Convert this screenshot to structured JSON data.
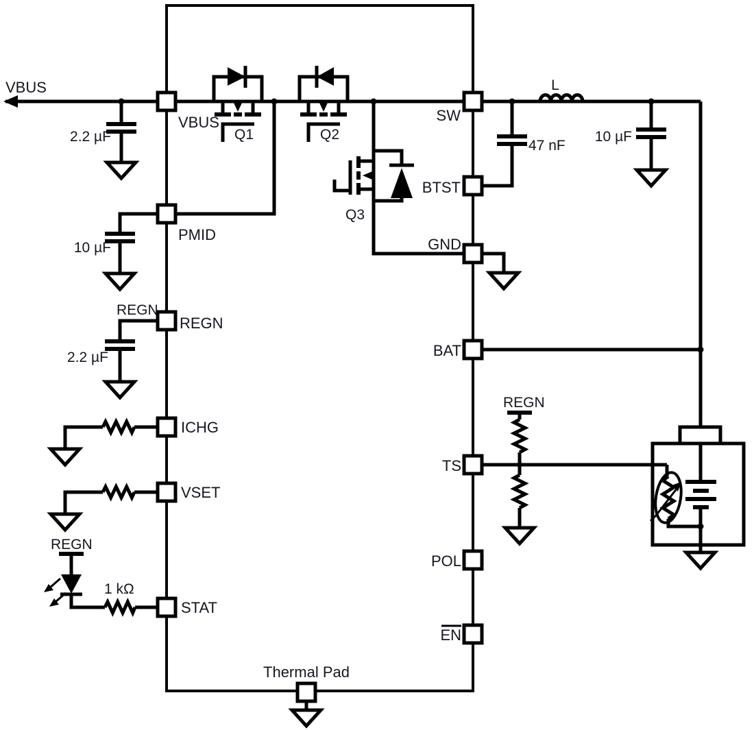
{
  "schematic": {
    "description": "Switching battery charger IC typical application schematic",
    "background": "#ffffff",
    "ink_color": "#000000",
    "input_net": {
      "label": "VBUS"
    },
    "ic": {
      "pins_left": [
        "VBUS",
        "PMID",
        "REGN",
        "ICHG",
        "VSET",
        "STAT"
      ],
      "pins_right": [
        "SW",
        "BTST",
        "GND",
        "BAT",
        "TS",
        "POL",
        "EN"
      ],
      "pin_bottom": "Thermal Pad",
      "en_pin_active_low": true
    },
    "transistors": {
      "q1": "Q1",
      "q2": "Q2",
      "q3": "Q3"
    },
    "passives": {
      "vbus_cap": "2.2 µF",
      "pmid_cap": "10 µF",
      "regn_cap": "2.2 µF",
      "stat_resistor": "1 kΩ",
      "btst_cap": "47 nF",
      "inductor": "L",
      "output_cap": "10 µF"
    },
    "net_labels": {
      "regn_at_cap": "REGN",
      "regn_at_led": "REGN",
      "regn_at_ts_divider": "REGN"
    }
  }
}
